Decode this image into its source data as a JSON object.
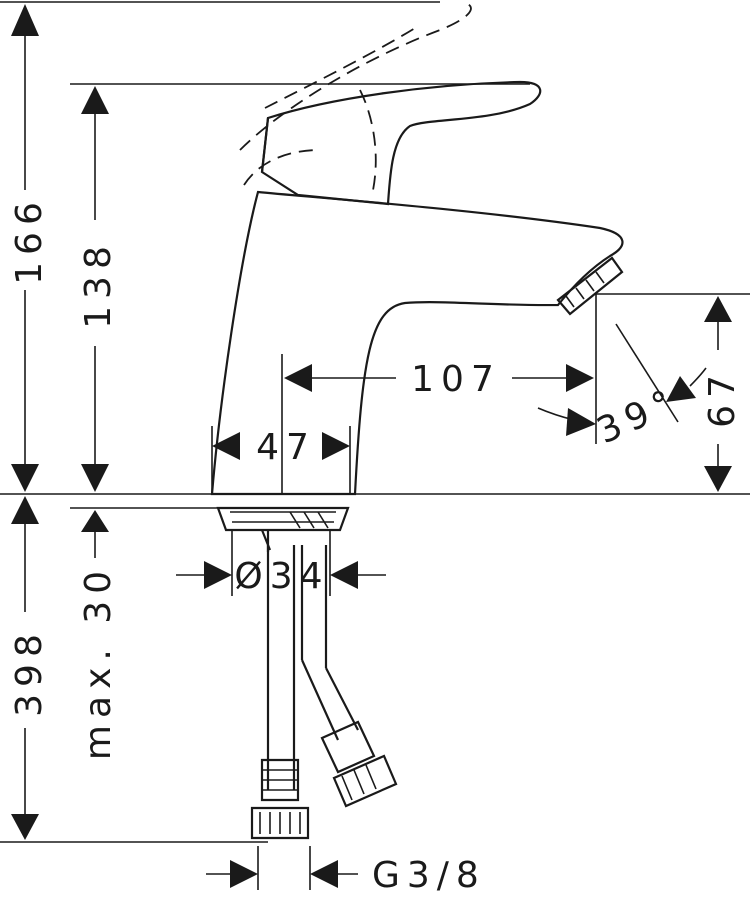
{
  "dimensions": {
    "total_height": "166",
    "spout_height": "138",
    "spout_reach": "107",
    "body_width": "47",
    "spout_outlet_height": "67",
    "spray_angle": "39°",
    "below_counter_length": "398",
    "max_counter_thickness": "max. 30",
    "hole_diameter": "Ø34",
    "connection_thread": "G3/8"
  }
}
